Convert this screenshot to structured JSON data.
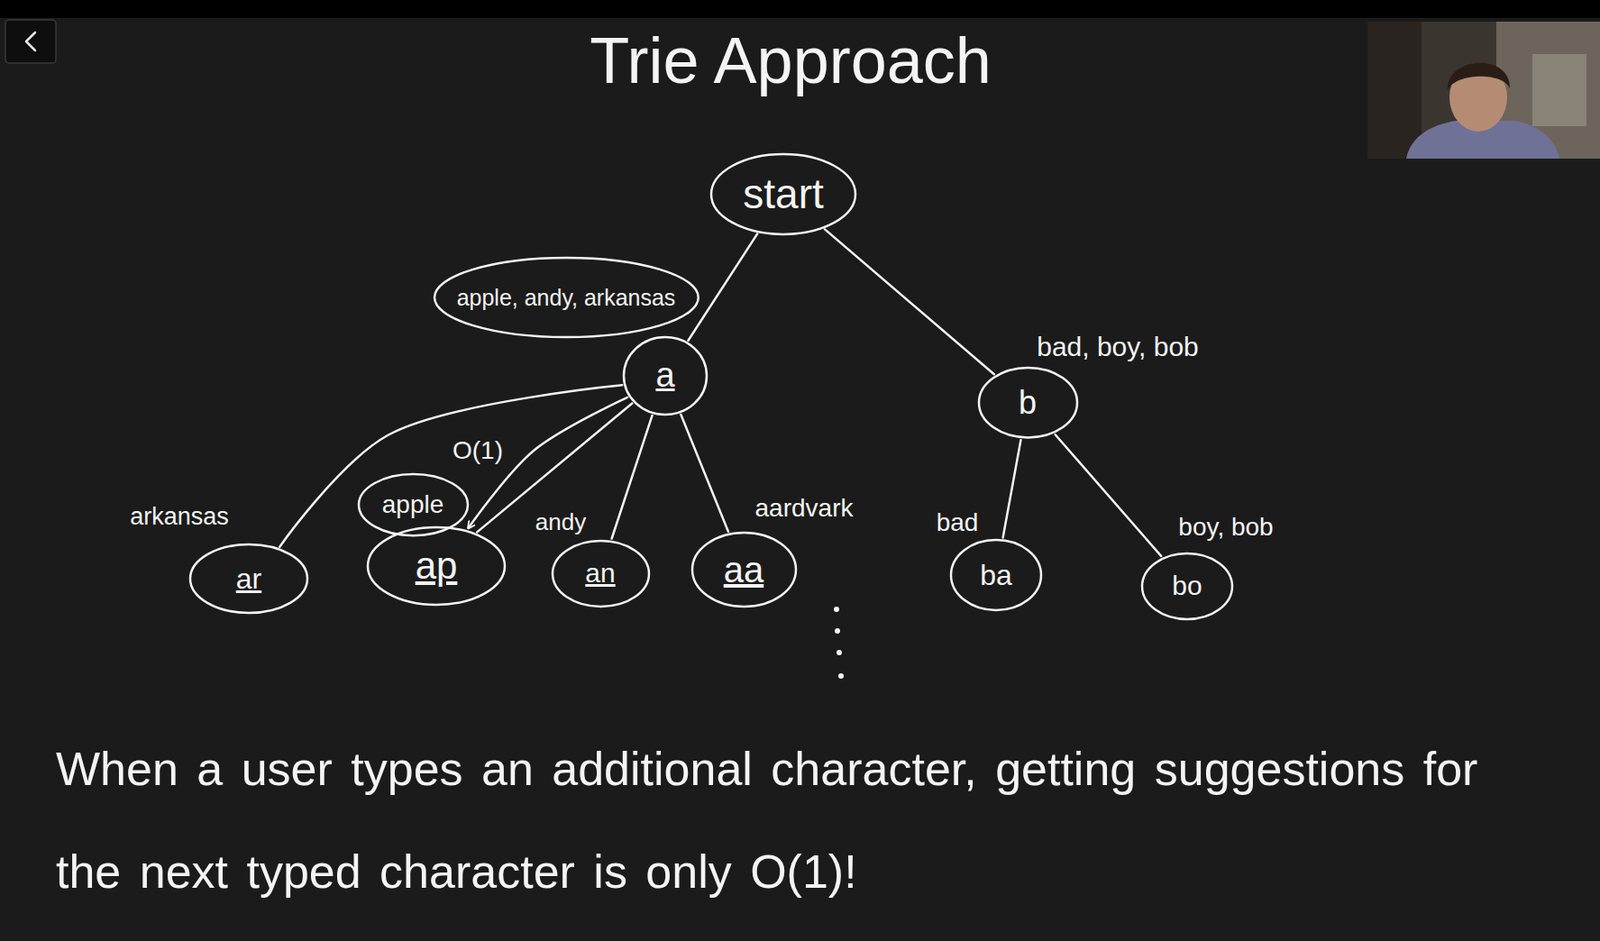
{
  "diagram": {
    "title": "Trie Approach",
    "caption": "When a user types an additional character, getting suggestions for the next typed character is only O(1)!",
    "nodes": [
      {
        "text": [
          "start"
        ]
      },
      {
        "text": [
          "apple, andy, arkansas"
        ]
      },
      {
        "text": [
          "a"
        ]
      },
      {
        "text": [
          "b"
        ]
      },
      {
        "text": [
          "apple"
        ]
      },
      {
        "text": [
          "ar"
        ]
      },
      {
        "text": [
          "ap"
        ]
      },
      {
        "text": [
          "an"
        ]
      },
      {
        "text": [
          "aa"
        ]
      },
      {
        "text": [
          "ba"
        ]
      },
      {
        "text": [
          "bo"
        ]
      }
    ],
    "edges": [
      {
        "from": 0,
        "to": 2,
        "arrow": "none"
      },
      {
        "from": 0,
        "to": 3,
        "arrow": "none"
      },
      {
        "from": 2,
        "to": 5,
        "arrow": "none"
      },
      {
        "from": 2,
        "to": 6,
        "arrow": "none"
      },
      {
        "from": 2,
        "to": 6,
        "arrow": "to",
        "label": "O(1)"
      },
      {
        "from": 2,
        "to": 7,
        "arrow": "none"
      },
      {
        "from": 2,
        "to": 8,
        "arrow": "none"
      },
      {
        "from": 3,
        "to": 9,
        "arrow": "none"
      },
      {
        "from": 3,
        "to": 10,
        "arrow": "none"
      }
    ],
    "labels": [
      "bad, boy, bob",
      "arkansas",
      "andy",
      "aardvark",
      "bad",
      "boy, bob"
    ]
  }
}
